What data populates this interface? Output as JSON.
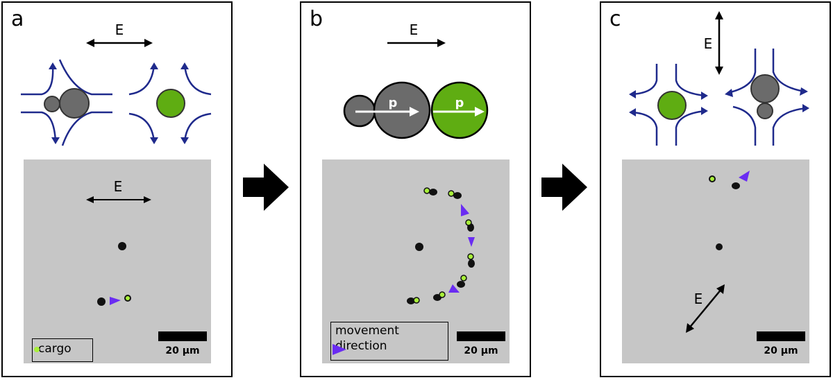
{
  "panels": [
    {
      "label": "a",
      "field_label": "E",
      "photo_field_label": "E",
      "scale_label": "20 μm",
      "legend_label": "cargo"
    },
    {
      "label": "b",
      "field_label": "E",
      "dipole_labels": [
        "p",
        "p"
      ],
      "scale_label": "20 μm",
      "legend_label": "movement direction"
    },
    {
      "label": "c",
      "field_label": "E",
      "photo_field_label": "E",
      "scale_label": "20 μm"
    }
  ],
  "colors": {
    "cargo": "#5fad12",
    "particle": "#6b6b6b",
    "flow_lines": "#1f2a8c",
    "movement_arrow": "#6a2cf2",
    "photo_bg": "#c6c6c6",
    "cargo_dot": "#a8f03a"
  },
  "icons": [
    "double-arrow-icon",
    "arrow-right-icon",
    "transition-arrow-icon",
    "movement-arrowhead-icon"
  ]
}
